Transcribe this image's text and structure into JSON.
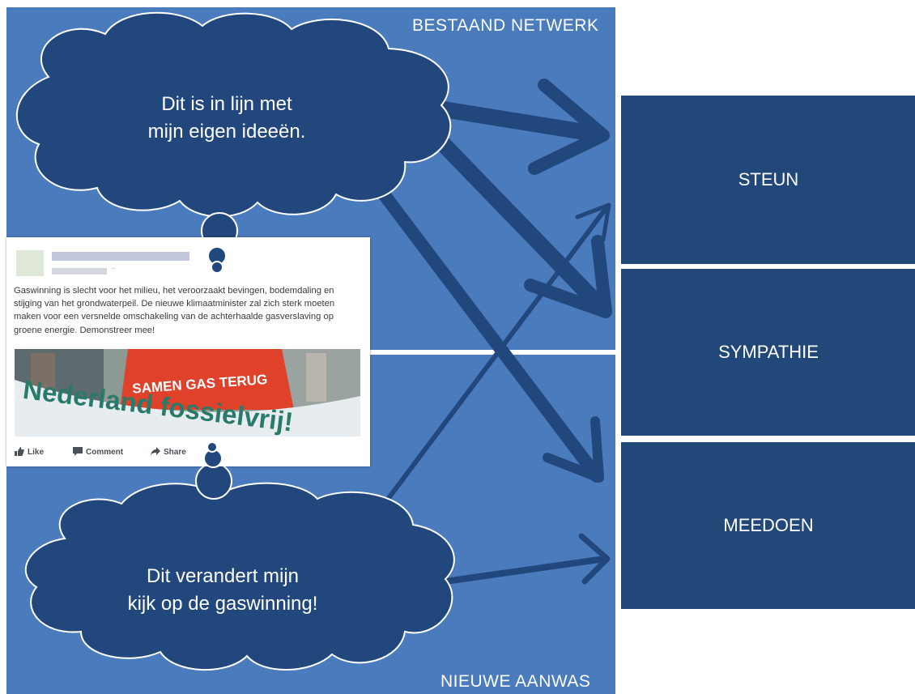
{
  "regions": {
    "top_label": "BESTAAND NETWERK",
    "bottom_label": "NIEUWE AANWAS"
  },
  "outcomes": [
    {
      "label": "STEUN"
    },
    {
      "label": "SYMPATHIE"
    },
    {
      "label": "MEEDOEN"
    }
  ],
  "thoughts": {
    "top_line1": "Dit is in lijn met",
    "top_line2": "mijn eigen ideeën.",
    "bottom_line1": "Dit verandert mijn",
    "bottom_line2": "kijk op de gaswinning!"
  },
  "post": {
    "meta_suffix": "·",
    "text": "Gaswinning is slecht voor het milieu, het veroorzaakt bevingen, bodemdaling en stijging van het grondwaterpeil. De nieuwe klimaatminister zal zich sterk moeten maken voor een versnelde omschakeling van de achterhaalde gasverslaving op groene energie. Demonstreer mee!",
    "banner_red": "SAMEN GAS TERUG",
    "banner_white": "Nederland fossielvrij!",
    "actions": {
      "like": "Like",
      "comment": "Comment",
      "share": "Share"
    }
  },
  "colors": {
    "panel": "#4a7bbd",
    "box": "#22487a",
    "arrow": "#22477d",
    "separator": "#ffffff"
  }
}
